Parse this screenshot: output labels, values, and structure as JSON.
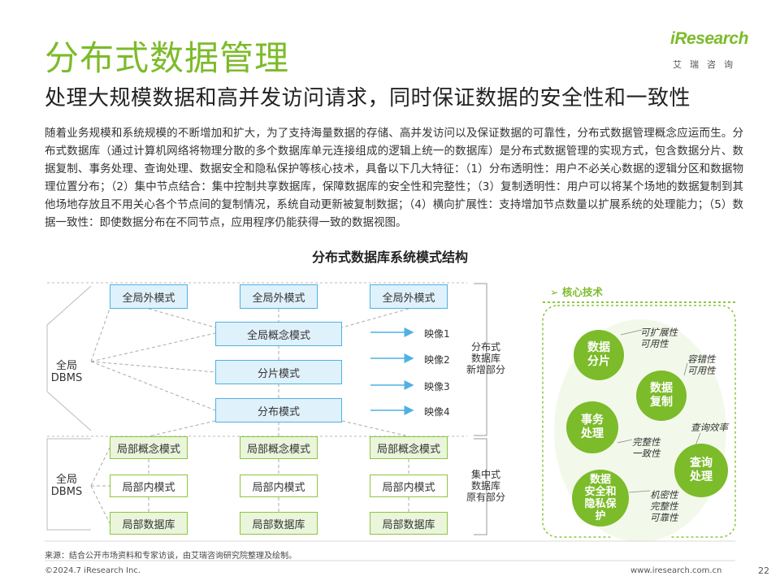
{
  "page": {
    "title": "分布式数据管理",
    "subtitle": "处理大规模数据和高并发访问请求，同时保证数据的安全性和一致性",
    "body": "随着业务规模和系统规模的不断增加和扩大，为了支持海量数据的存储、高并发访问以及保证数据的可靠性，分布式数据管理概念应运而生。分布式数据库（通过计算机网络将物理分散的多个数据库单元连接组成的逻辑上统一的数据库）是分布式数据管理的实现方式，包含数据分片、数据复制、事务处理、查询处理、数据安全和隐私保护等核心技术，具备以下几大特征：（1）分布透明性：用户不必关心数据的逻辑分区和数据物理位置分布；（2）集中节点结合：集中控制共享数据库，保障数据库的安全性和完整性；（3）复制透明性：用户可以将某个场地的数据复制到其他场地存放且不用关心各个节点间的复制情况，系统自动更新被复制数据；（4）横向扩展性：支持增加节点数量以扩展系统的处理能力；（5）数据一致性：即使数据分布在不同节点，应用程序仍能获得一致的数据视图。"
  },
  "logo": {
    "word": "iResearch",
    "cn": "艾瑞咨询"
  },
  "diagram": {
    "title": "分布式数据库系统模式结构",
    "global_external": [
      "全局外模式",
      "全局外模式",
      "全局外模式"
    ],
    "global_conceptual": "全局概念模式",
    "fragment": "分片模式",
    "distribution": "分布模式",
    "local_conceptual": [
      "局部概念模式",
      "局部概念模式",
      "局部概念模式"
    ],
    "local_internal": [
      "局部内模式",
      "局部内模式",
      "局部内模式"
    ],
    "local_db": [
      "局部数据库",
      "局部数据库",
      "局部数据库"
    ],
    "global_dbms_top": "全局\nDBMS",
    "global_dbms_bottom": "全局\nDBMS",
    "mappings": [
      "映像1",
      "映像2",
      "映像3",
      "映像4"
    ],
    "part_new": "分布式\n数据库\n新增部分",
    "part_existing": "集中式\n数据库\n原有部分"
  },
  "core": {
    "title": "核心技术",
    "circles": {
      "sharding": "数据\n分片",
      "replication": "数据\n复制",
      "transaction": "事务\n处理",
      "query": "查询\n处理",
      "security": "数据\n安全和\n隐私保\n护"
    },
    "annotations": {
      "sharding": "可扩展性\n可用性",
      "replication": "容错性\n可用性",
      "query": "查询效率",
      "transaction": "完整性\n一致性",
      "security": "机密性\n完整性\n可靠性"
    }
  },
  "footer": {
    "source": "来源：结合公开市场资料和专家访谈，由艾瑞咨询研究院整理及绘制。",
    "copyright": "©2024.7 iResearch Inc.",
    "url": "www.iresearch.com.cn",
    "page": "22"
  },
  "colors": {
    "brand_green": "#7cbb2a",
    "blue_border": "#4fb1e3",
    "blue_fill": "#dff1fb",
    "green_border": "#8cc63f",
    "green_fill": "#eaf5dc"
  }
}
